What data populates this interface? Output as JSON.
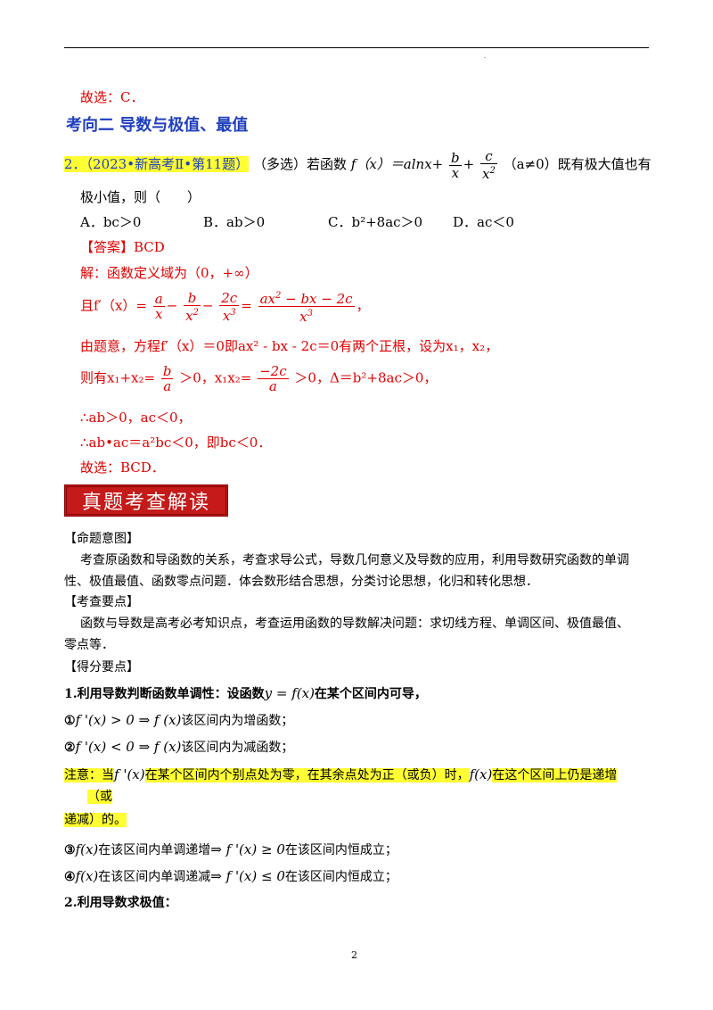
{
  "prev_answer": "故选：C．",
  "section_title": "考向二 导数与极值、最值",
  "q": {
    "num_src": "2．（2023•新高考Ⅱ•第11题）",
    "stem_a": "（多选）若函数",
    "f_def": "f（x）＝alnx+",
    "b": "b",
    "x": "x",
    "c": "c",
    "x2": "x",
    "cond": "（a≠0）既有极大值也有",
    "stem_b": "极小值，则（　　）",
    "options": [
      "A．bc＞0",
      "B．ab＞0",
      "C．b²+8ac＞0",
      "D．ac＜0"
    ]
  },
  "answer_tag": "【答案】BCD",
  "sol": {
    "l1": "解：函数定义域为（0，+∞）",
    "l2_a": "且f′（x）=",
    "l2_end": "，",
    "l3": "由题意，方程f′（x）＝0即ax² - bx - 2c＝0有两个正根，设为x₁，x₂，",
    "l4_a": "则有x₁+x₂=",
    "l4_b": "＞0，x₁x₂=",
    "l4_c": "＞0，Δ＝b²+8ac＞0，",
    "l5": "∴ab＞0，ac＜0，",
    "l6": "∴ab•ac＝a²bc＜0，即bc＜0．",
    "l7": "故选：BCD．"
  },
  "banner": "真题考查解读",
  "intent_tag": "【命题意图】",
  "intent_p1": "考查原函数和导函数的关系，考查求导公式，导数几何意义及导数的应用，利用导数研究函数的单调",
  "intent_p2": "性、极值最值、函数零点问题．体会数形结合思想，分类讨论思想，化归和转化思想．",
  "points_tag": "【考查要点】",
  "points_p1": "函数与导数是高考必考知识点，考查运用函数的导数解决问题：求切线方程、单调区间、极值最值、",
  "points_p2": "零点等．",
  "score_tag": "【得分要点】",
  "k1_a": "1.利用导数判断函数单调性：设函数",
  "k1_f": "y = f(x)",
  "k1_b": "在某个区间内可导，",
  "k1_1a": "①",
  "k1_1f": "f '(x) > 0 ⇒ f (x)",
  "k1_1b": "该区间内为增函数；",
  "k1_2a": "②",
  "k1_2f": "f '(x) < 0 ⇒ f (x)",
  "k1_2b": "该区间内为减函数；",
  "note_a": "注意：当",
  "note_f": "f '(x)",
  "note_b": "在某个区间内个别点处为零，在其余点处为正（或负）时，",
  "note_f2": "f(x)",
  "note_c": "在这个区间上仍是递增",
  "note_d": "（或",
  "note_e": "递减）的。",
  "k1_3a": "③",
  "k1_3f": "f(x)",
  "k1_3b": "在该区间内单调递增",
  "k1_3g": "⇒ f '(x) ≥ 0",
  "k1_3c": "在该区间内恒成立；",
  "k1_4a": "④",
  "k1_4f": "f(x)",
  "k1_4b": "在该区间内单调递减",
  "k1_4g": "⇒ f '(x) ≤ 0",
  "k1_4c": "在该区间内恒成立；",
  "k2": "2.利用导数求极值：",
  "page_no": "2"
}
